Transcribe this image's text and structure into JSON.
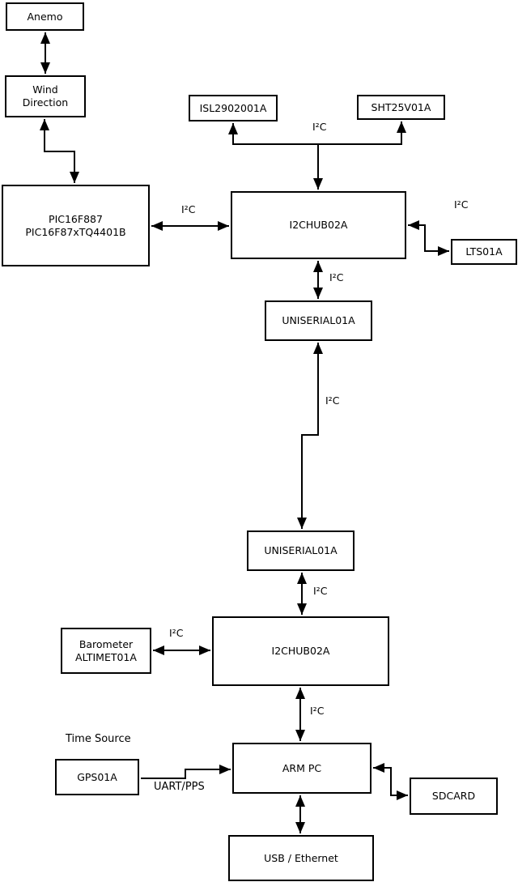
{
  "nodes": {
    "anemo": {
      "label": "Anemo"
    },
    "wind_direction": {
      "lines": [
        "Wind",
        "Direction"
      ]
    },
    "pic": {
      "lines": [
        "PIC16F887",
        "PIC16F87xTQ4401B"
      ]
    },
    "isl": {
      "label": "ISL2902001A"
    },
    "sht": {
      "label": "SHT25V01A"
    },
    "i2chub_top": {
      "label": "I2CHUB02A"
    },
    "lts": {
      "label": "LTS01A"
    },
    "uniserial_top": {
      "label": "UNISERIAL01A"
    },
    "uniserial_bottom": {
      "label": "UNISERIAL01A"
    },
    "barometer": {
      "lines": [
        "Barometer",
        "ALTIMET01A"
      ]
    },
    "i2chub_bottom": {
      "label": "I2CHUB02A"
    },
    "gps": {
      "label": "GPS01A"
    },
    "arm_pc": {
      "label": "ARM PC"
    },
    "sdcard": {
      "label": "SDCARD"
    },
    "usb_ethernet": {
      "label": "USB / Ethernet"
    }
  },
  "edge_labels": {
    "i2c": "I²C",
    "uart_pps": "UART/PPS",
    "time_source": "Time Source"
  },
  "colors": {
    "line": "#000000",
    "box_fill": "#ffffff",
    "background": "#ffffff"
  }
}
